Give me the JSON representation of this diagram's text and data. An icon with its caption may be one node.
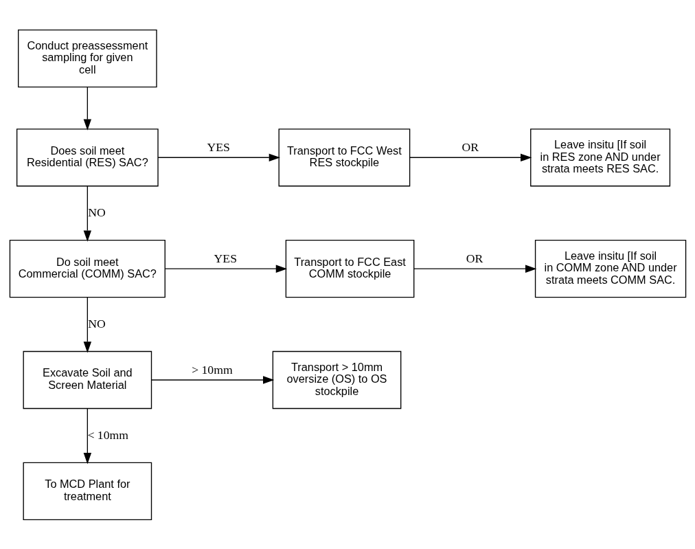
{
  "diagram": {
    "nodes": [
      {
        "text": [
          "Conduct preassessment sampling for given cell"
        ]
      },
      {
        "text": [
          "Does soil meet Residential (RES) SAC?"
        ]
      },
      {
        "text": [
          "Transport to FCC West RES stockpile"
        ]
      },
      {
        "text": [
          "Leave insitu [If soil in RES zone AND under strata meets RES SAC."
        ]
      },
      {
        "text": [
          "Do soil meet Commercial (COMM) SAC?"
        ]
      },
      {
        "text": [
          "Transport to FCC East COMM stockpile"
        ]
      },
      {
        "text": [
          "Leave insitu [If soil in COMM zone AND under strata meets COMM SAC."
        ]
      },
      {
        "text": [
          "Excavate Soil and Screen Material"
        ]
      },
      {
        "text": [
          "Transport > 10mm oversize (OS) to OS stockpile"
        ]
      },
      {
        "text": [
          "To MCD Plant for treatment"
        ]
      }
    ],
    "edges": [
      {
        "from": 0,
        "to": 1,
        "arrow": "to"
      },
      {
        "from": 1,
        "to": 2,
        "arrow": "to",
        "label": "YES"
      },
      {
        "from": 2,
        "to": 3,
        "arrow": "to",
        "label": "OR"
      },
      {
        "from": 1,
        "to": 4,
        "arrow": "to",
        "label": "NO"
      },
      {
        "from": 4,
        "to": 5,
        "arrow": "to",
        "label": "YES"
      },
      {
        "from": 5,
        "to": 6,
        "arrow": "to",
        "label": "OR"
      },
      {
        "from": 4,
        "to": 7,
        "arrow": "to",
        "label": "NO"
      },
      {
        "from": 7,
        "to": 8,
        "arrow": "to",
        "label": "> 10mm"
      },
      {
        "from": 7,
        "to": 9,
        "arrow": "to",
        "label": "< 10mm"
      }
    ]
  }
}
